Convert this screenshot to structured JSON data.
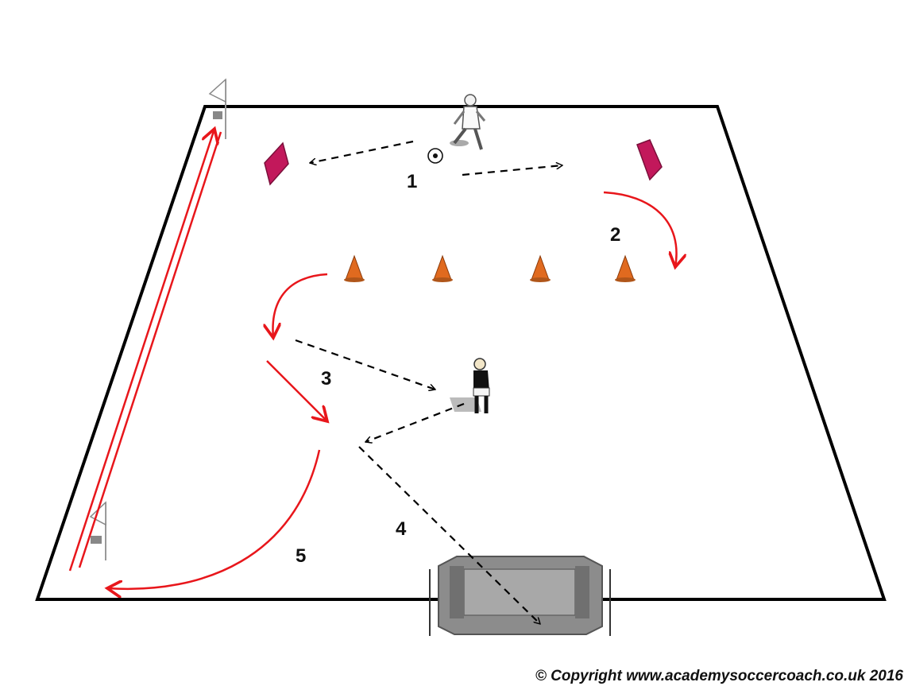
{
  "diagram": {
    "steps": [
      "1",
      "2",
      "3",
      "4",
      "5"
    ],
    "colors": {
      "pitch_line": "#000000",
      "run_arrow": "#e8161b",
      "pass_arrow": "#000000",
      "gate": "#c2185b",
      "cone": "#e06a1f",
      "goal": "#8c8c8c"
    },
    "icons": [
      "corner-flag-icon",
      "mini-goal-icon",
      "cone-icon",
      "player-white-icon",
      "player-black-icon",
      "ball-icon",
      "goal-icon"
    ]
  },
  "footer": {
    "copyright": "© Copyright www.academysoccercoach.co.uk 2016"
  }
}
